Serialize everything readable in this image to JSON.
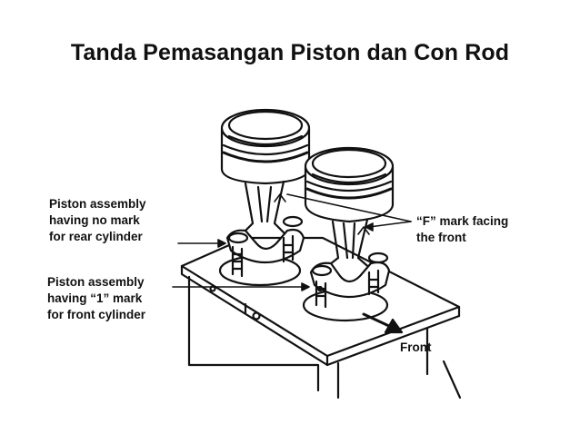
{
  "title": "Tanda Pemasangan Piston dan Con Rod",
  "labels": {
    "rear": [
      "Piston assembly",
      "having no mark",
      "for rear cylinder"
    ],
    "front_cyl": [
      "Piston assembly",
      "having “1” mark",
      "for front cylinder"
    ],
    "f_mark": [
      "“F” mark facing",
      "the front"
    ],
    "front_arrow": "Front"
  },
  "colors": {
    "ink": "#111111",
    "background": "#ffffff"
  }
}
